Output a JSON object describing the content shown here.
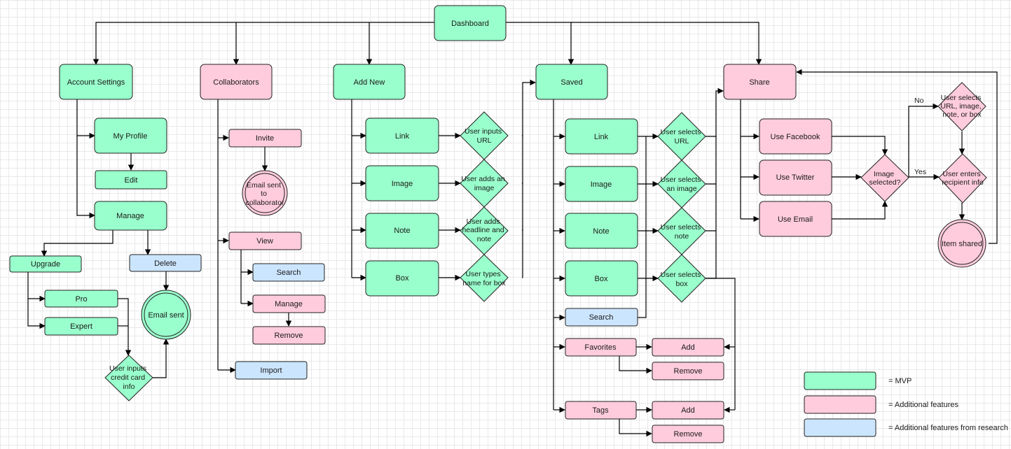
{
  "colors": {
    "mvp": "#99ffcc",
    "additional": "#ffccdd",
    "research": "#cce5ff"
  },
  "nodes": {
    "dashboard": "Dashboard",
    "account_settings": "Account Settings",
    "my_profile": "My Profile",
    "edit": "Edit",
    "manage_account": "Manage",
    "upgrade": "Upgrade",
    "delete": "Delete",
    "pro": "Pro",
    "expert": "Expert",
    "email_sent": "Email sent",
    "user_inputs_credit_card": [
      "User inputs",
      "credit card",
      "info"
    ],
    "collaborators": "Collaborators",
    "invite": "Invite",
    "email_sent_to_collaborator": [
      "Email sent",
      "to",
      "collaborator"
    ],
    "view": "View",
    "search_collab": "Search",
    "manage_collab": "Manage",
    "remove_collab": "Remove",
    "import": "Import",
    "add_new": "Add New",
    "link_new": "Link",
    "image_new": "Image",
    "note_new": "Note",
    "box_new": "Box",
    "user_inputs_url": [
      "User inputs",
      "URL"
    ],
    "user_adds_image": [
      "User adds an",
      "image"
    ],
    "user_adds_headline": [
      "User adds",
      "headline and",
      "note"
    ],
    "user_types_name": [
      "User types",
      "name for box"
    ],
    "saved": "Saved",
    "link_saved": "Link",
    "image_saved": "Image",
    "note_saved": "Note",
    "box_saved": "Box",
    "search_saved": "Search",
    "user_selects_url": [
      "User selects",
      "URL"
    ],
    "user_selects_image": [
      "User selects",
      "an image"
    ],
    "user_selects_note": [
      "User selects",
      "note"
    ],
    "user_selects_box": [
      "User selects",
      "box"
    ],
    "favorites": "Favorites",
    "fav_add": "Add",
    "fav_remove": "Remove",
    "tags": "Tags",
    "tags_add": "Add",
    "tags_remove": "Remove",
    "share": "Share",
    "use_facebook": "Use Facebook",
    "use_twitter": "Use Twitter",
    "use_email": "Use Email",
    "image_selected": [
      "Image",
      "selected?"
    ],
    "user_selects_url_image_note_box": [
      "User selects",
      "URL, image,",
      "note, or box"
    ],
    "user_enters_recipient": [
      "User enters",
      "recipient info"
    ],
    "item_shared": "Item shared",
    "label_no": "No",
    "label_yes": "Yes"
  },
  "legend": {
    "mvp": "= MVP",
    "additional": "= Additional features",
    "research": "= Additional features from research"
  }
}
